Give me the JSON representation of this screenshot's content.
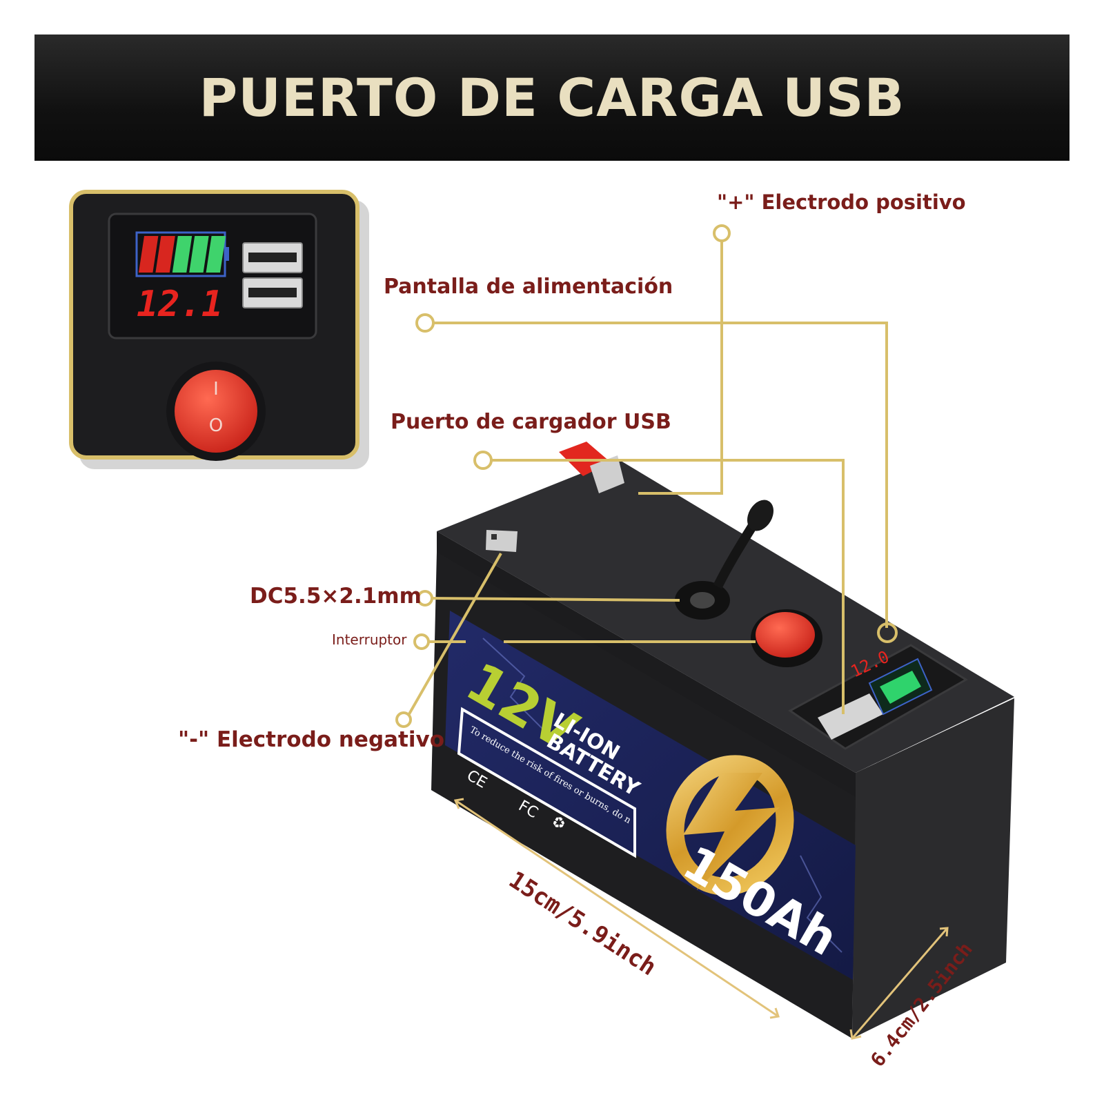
{
  "banner": {
    "title": "PUERTO DE CARGA USB"
  },
  "callouts": {
    "positive": "\"+\" Electrodo positivo",
    "display": "Pantalla de alimentación",
    "usb_port": "Puerto de cargador USB",
    "dc": "DC5.5×2.1mm",
    "switch": "Interruptor",
    "negative": "\"-\" Electrodo negativo"
  },
  "inset": {
    "voltage_reading": "12.1",
    "switch_on": "I",
    "switch_off": "O",
    "battery_level_bars": 5,
    "battery_level_red_bars": 2
  },
  "battery": {
    "voltage": "12V",
    "chemistry_line1": "LI-ION",
    "chemistry_line2": "BATTERY",
    "capacity": "150Ah",
    "warning": "To reduce the risk of fires or burns, do not disassemble, crush, puncture or short external contacts.",
    "cert_ce": "CE",
    "cert_fc": "FC"
  },
  "dimensions": {
    "length": "15cm/5.9inch",
    "width": "6.4cm/2.5inch"
  },
  "colors": {
    "accent_gold": "#d8bf6a",
    "label_red": "#7a1d1a",
    "banner_text": "#e9dfc0",
    "switch_red": "#e0352a",
    "label_navy": "#1c2258"
  }
}
